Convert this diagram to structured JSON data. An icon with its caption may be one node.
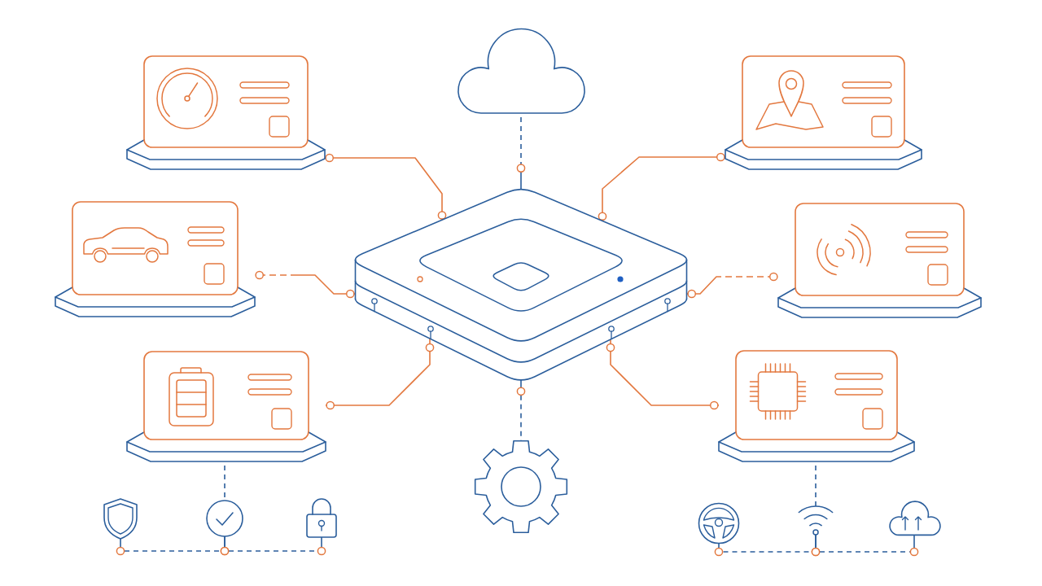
{
  "diagram": {
    "nodes": [
      {
        "text": [],
        "shape": "box"
      },
      {
        "text": [],
        "shape": "cloud"
      },
      {
        "text": [],
        "shape": "box"
      },
      {
        "text": [],
        "shape": "box"
      },
      {
        "text": [],
        "shape": "box"
      },
      {
        "text": [],
        "shape": "box"
      },
      {
        "text": [],
        "shape": "box"
      },
      {
        "text": [],
        "shape": "gear"
      },
      {
        "text": [],
        "shape": "box"
      },
      {
        "text": [],
        "shape": "shield"
      },
      {
        "text": [],
        "shape": "circle"
      },
      {
        "text": [],
        "shape": "lock"
      },
      {
        "text": [],
        "shape": "wheel"
      },
      {
        "text": [],
        "shape": "wifi"
      },
      {
        "text": [],
        "shape": "cloud"
      }
    ],
    "edges": [
      {
        "from": 0,
        "to": 4,
        "arrow": "other",
        "color": "#e3783f"
      },
      {
        "from": 1,
        "to": 4,
        "arrow": "other",
        "style": "dashed"
      },
      {
        "from": 2,
        "to": 4,
        "arrow": "other",
        "color": "#e3783f"
      },
      {
        "from": 3,
        "to": 4,
        "arrow": "other",
        "style": "dashed",
        "color": "#e3783f"
      },
      {
        "from": 5,
        "to": 4,
        "arrow": "other",
        "style": "dashed",
        "color": "#e3783f"
      },
      {
        "from": 6,
        "to": 4,
        "arrow": "other",
        "color": "#e3783f"
      },
      {
        "from": 4,
        "to": 7,
        "arrow": "other",
        "style": "dashed"
      },
      {
        "from": 8,
        "to": 4,
        "arrow": "other",
        "color": "#e3783f"
      },
      {
        "from": 6,
        "to": 10,
        "arrow": "none",
        "style": "dashed"
      },
      {
        "from": 9,
        "to": 10,
        "arrow": "other",
        "style": "dashed"
      },
      {
        "from": 10,
        "to": 11,
        "arrow": "other",
        "style": "dashed"
      },
      {
        "from": 8,
        "to": 13,
        "arrow": "none",
        "style": "dashed"
      },
      {
        "from": 12,
        "to": 13,
        "arrow": "other",
        "style": "dashed"
      },
      {
        "from": 13,
        "to": 14,
        "arrow": "other",
        "style": "dashed"
      }
    ]
  }
}
